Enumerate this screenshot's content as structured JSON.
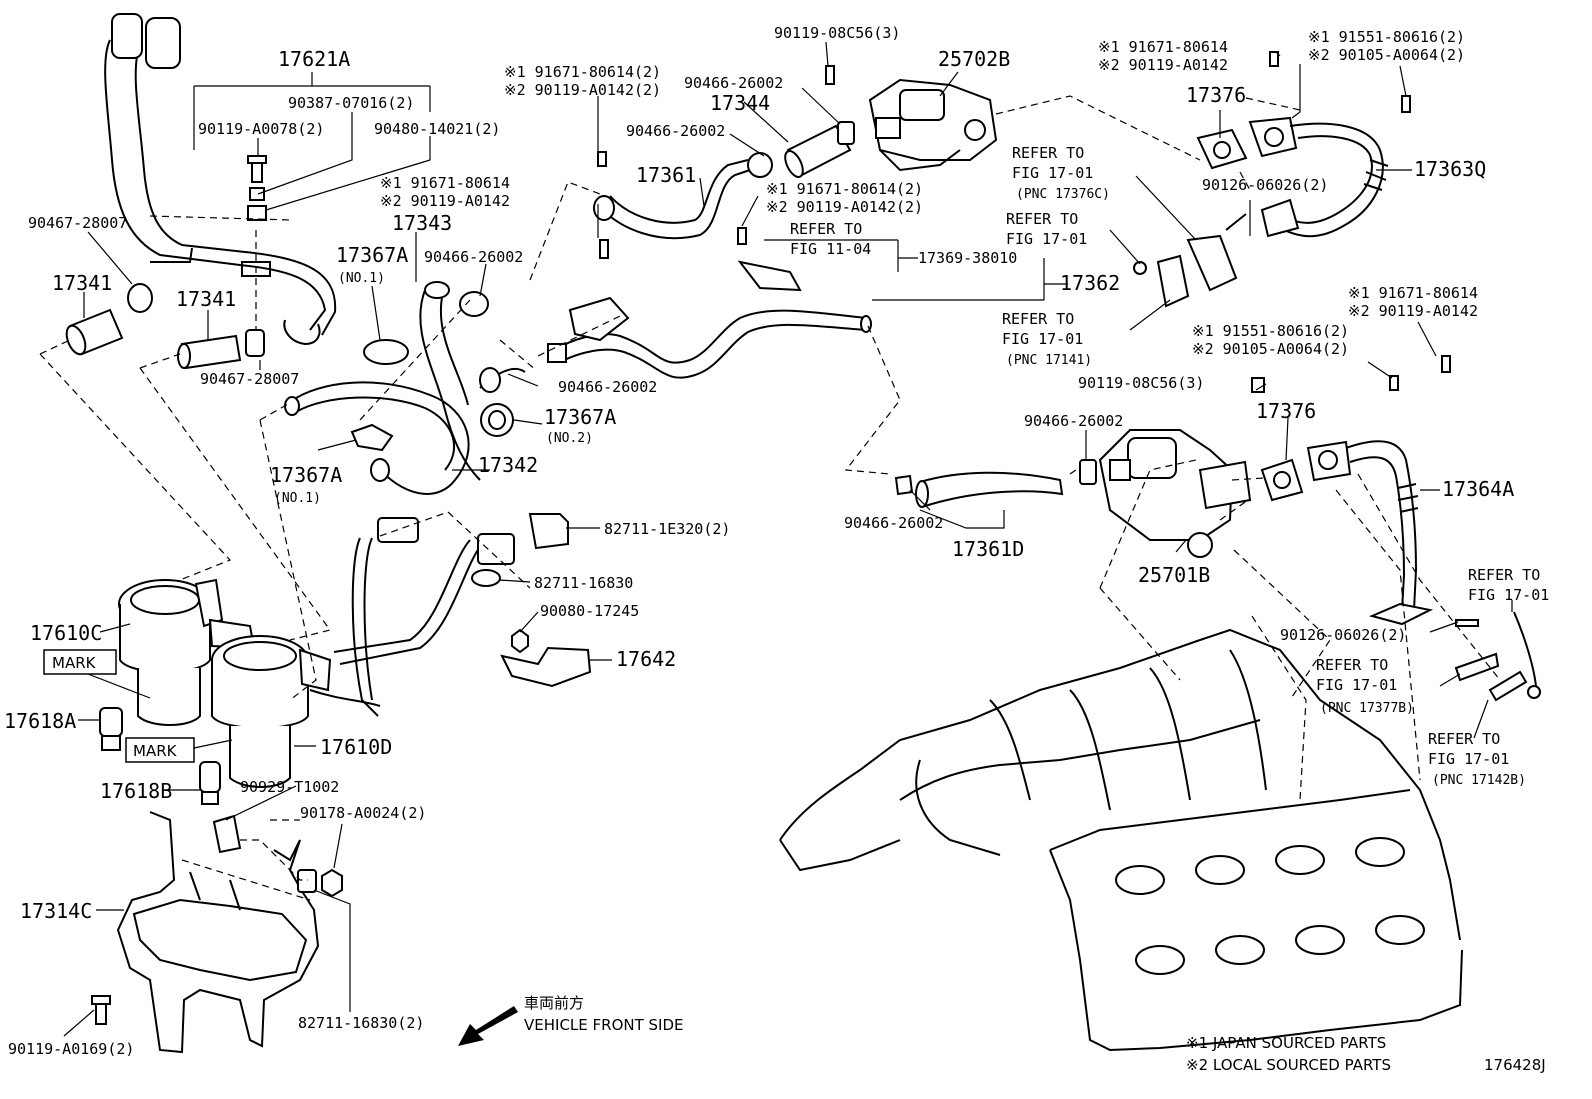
{
  "labels": {
    "p17621A": "17621A",
    "p90387": "90387-07016(2)",
    "p90119_78": "90119-A0078(2)",
    "p90480": "90480-14021(2)",
    "p90467_a": "90467-28007",
    "p17341_a": "17341",
    "p17341_b": "17341",
    "p90467_b": "90467-28007",
    "p17343": "17343",
    "p17367A_1": "17367A",
    "no1_a": "(NO.1)",
    "p90466_a": "90466-26002",
    "j1_a": "※1 91671-80614",
    "j2_a": "※2 90119-A0142",
    "j1_b": "※1 91671-80614(2)",
    "j2_b": "※2 90119-A0142(2)",
    "p17361": "17361",
    "p90466_b": "90466-26002",
    "p90466_c": "90466-26002",
    "p17344": "17344",
    "p90119_08c56_a": "90119-08C56(3)",
    "p25702B": "25702B",
    "j1_c": "※1 91671-80614(2)",
    "j2_c": "※2 90119-A0142(2)",
    "refer_a1": "REFER TO",
    "refer_a2": "FIG 11-04",
    "p17369": "17369-38010",
    "p17362": "17362",
    "p90466_d": "90466-26002",
    "p17367A_2": "17367A",
    "no2": "(NO.2)",
    "p17342": "17342",
    "p17367A_3": "17367A",
    "no1_b": "(NO.1)",
    "j1_d": "※1 91671-80614",
    "j2_d": "※2 90119-A0142",
    "p17376_a": "17376",
    "j1_e": "※1 91551-80616(2)",
    "j2_e": "※2 90105-A0064(2)",
    "refer_b1": "REFER TO",
    "refer_b2": "FIG 17-01",
    "refer_b3": "(PNC 17376C)",
    "p90126_a": "90126-06026(2)",
    "p17363Q": "17363Q",
    "refer_c1": "REFER TO",
    "refer_c2": "FIG 17-01",
    "refer_d1": "REFER TO",
    "refer_d2": "FIG 17-01",
    "refer_d3": "(PNC 17141)",
    "j1_f": "※1 91671-80614",
    "j2_f": "※2 90119-A0142",
    "j1_g": "※1 91551-80616(2)",
    "j2_g": "※2 90105-A0064(2)",
    "p90119_08c56_b": "90119-08C56(3)",
    "p17376_b": "17376",
    "p90466_e": "90466-26002",
    "p17364A": "17364A",
    "p90466_f": "90466-26002",
    "p17361D": "17361D",
    "p25701B": "25701B",
    "p82711_1e320": "82711-1E320(2)",
    "p82711_16830": "82711-16830",
    "p90080": "90080-17245",
    "p17642": "17642",
    "p17610C": "17610C",
    "mark_a": "MARK",
    "p17618A": "17618A",
    "mark_b": "MARK",
    "p17610D": "17610D",
    "p17618B": "17618B",
    "p90929": "90929-T1002",
    "p90178": "90178-A0024(2)",
    "p17314C": "17314C",
    "p82711_16830_2": "82711-16830(2)",
    "p90119_0169": "90119-A0169(2)",
    "refer_e1": "REFER TO",
    "refer_e2": "FIG 17-01",
    "p90126_b": "90126-06026(2)",
    "refer_f1": "REFER TO",
    "refer_f2": "FIG 17-01",
    "refer_f3": "(PNC 17377B)",
    "refer_g1": "REFER TO",
    "refer_g2": "FIG 17-01",
    "refer_g3": "(PNC 17142B)"
  },
  "direction": {
    "jp": "車両前方",
    "en": "VEHICLE FRONT SIDE"
  },
  "legend": {
    "japan": "※1 JAPAN SOURCED PARTS",
    "local": "※2 LOCAL SOURCED PARTS",
    "code": "176428J"
  }
}
